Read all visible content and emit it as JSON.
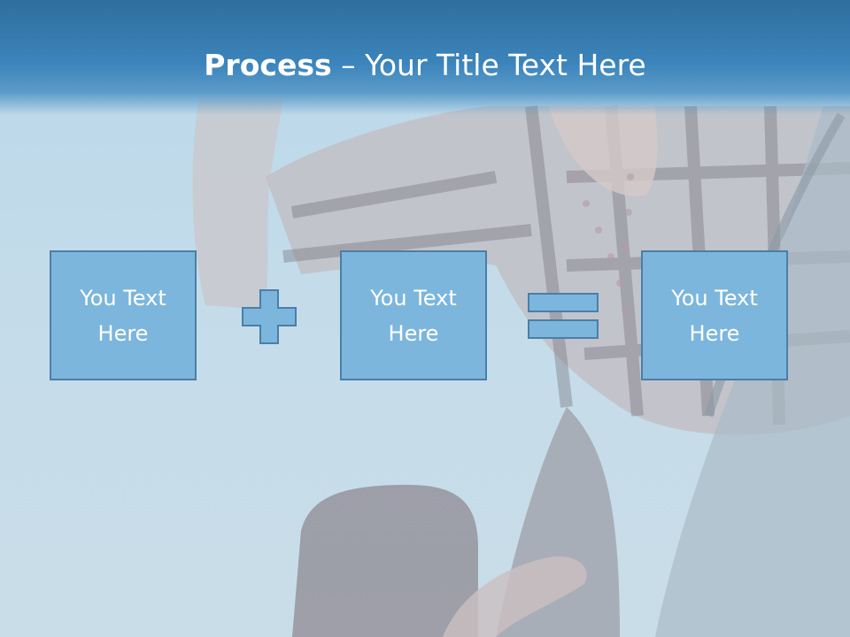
{
  "slide": {
    "title_bold": "Process",
    "title_rest": " – Your Title Text Here"
  },
  "boxes": [
    {
      "text": "You Text Here"
    },
    {
      "text": "You Text Here"
    },
    {
      "text": "You Text Here"
    }
  ],
  "colors": {
    "title_band": "#3b84bb",
    "box_fill": "#7cb6dd",
    "box_border": "#4a7fa8",
    "text": "#ffffff"
  }
}
